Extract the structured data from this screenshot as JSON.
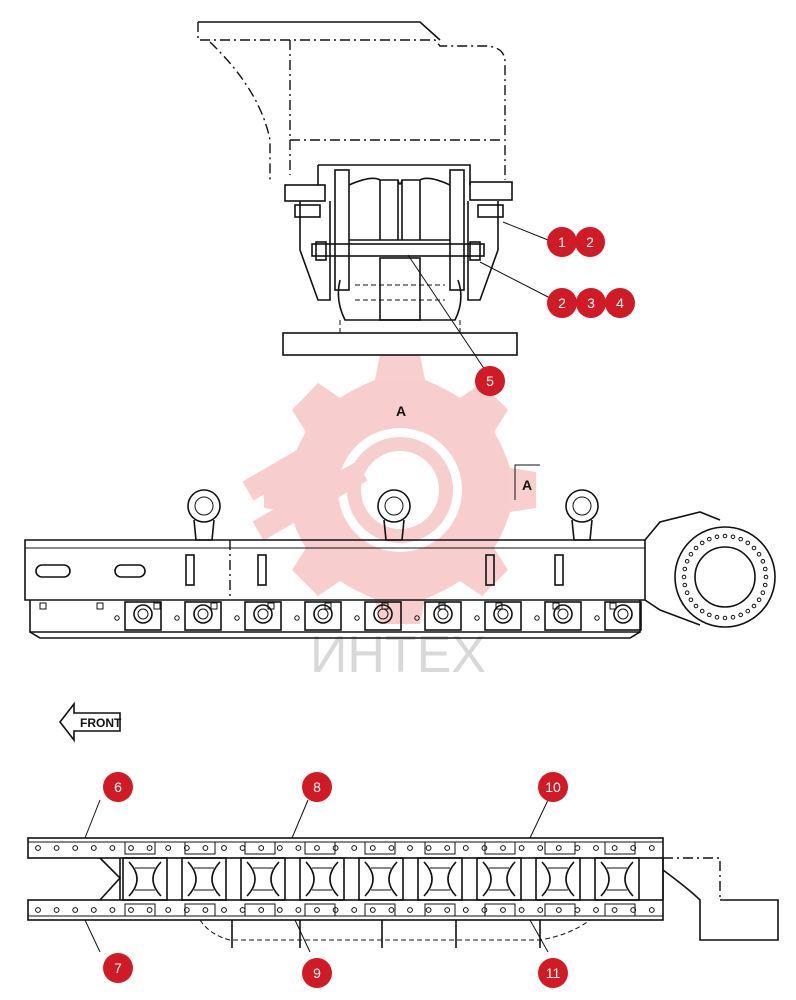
{
  "view_labels": {
    "section_top": "A",
    "section_marker": "A"
  },
  "front_label": "FRONT",
  "watermark": "ИНТЕХ",
  "callouts": {
    "c1": "1",
    "c2a": "2",
    "c2b": "2",
    "c3": "3",
    "c4": "4",
    "c5": "5",
    "c6": "6",
    "c7": "7",
    "c8": "8",
    "c9": "9",
    "c10": "10",
    "c11": "11"
  },
  "colors": {
    "callout": "#d01a25",
    "watermark": "#f2a7a7",
    "line": "#111111"
  }
}
